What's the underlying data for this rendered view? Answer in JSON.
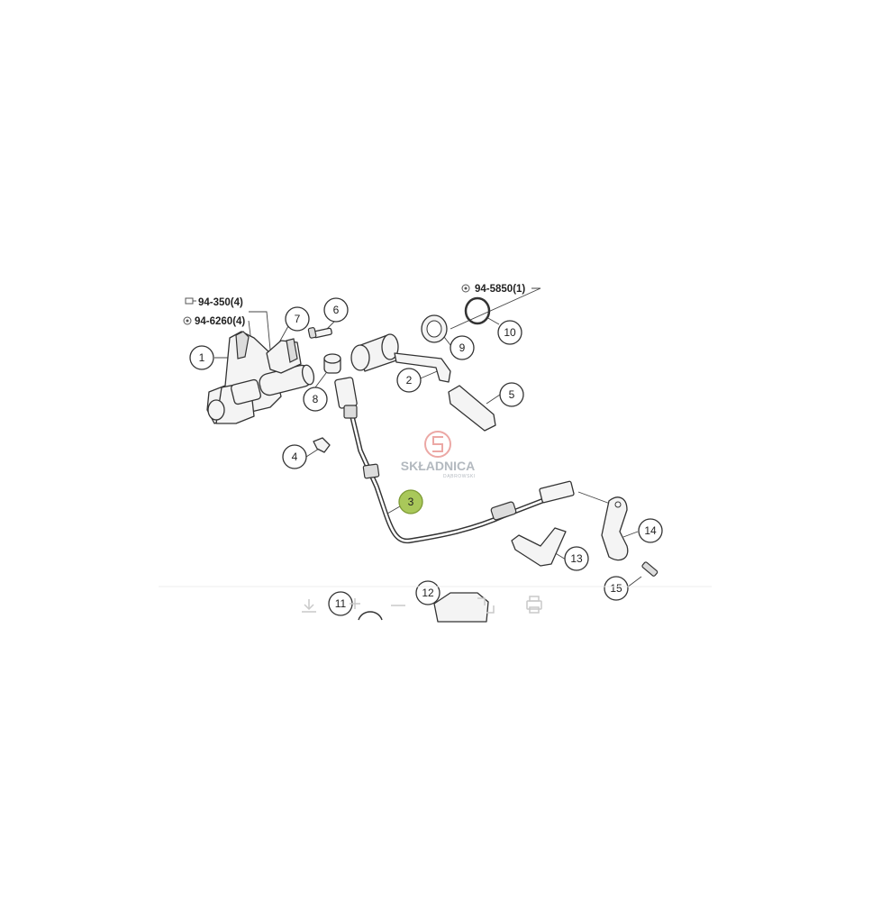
{
  "callouts": [
    {
      "id": "1",
      "label": "1",
      "highlight": false
    },
    {
      "id": "2",
      "label": "2",
      "highlight": false
    },
    {
      "id": "3",
      "label": "3",
      "highlight": true
    },
    {
      "id": "4",
      "label": "4",
      "highlight": false
    },
    {
      "id": "5",
      "label": "5",
      "highlight": false
    },
    {
      "id": "6",
      "label": "6",
      "highlight": false
    },
    {
      "id": "7",
      "label": "7",
      "highlight": false
    },
    {
      "id": "8",
      "label": "8",
      "highlight": false
    },
    {
      "id": "9",
      "label": "9",
      "highlight": false
    },
    {
      "id": "10",
      "label": "10",
      "highlight": false
    },
    {
      "id": "11",
      "label": "11",
      "highlight": false
    },
    {
      "id": "12",
      "label": "12",
      "highlight": false
    },
    {
      "id": "13",
      "label": "13",
      "highlight": false
    },
    {
      "id": "14",
      "label": "14",
      "highlight": false
    },
    {
      "id": "15",
      "label": "15",
      "highlight": false
    }
  ],
  "part_refs": {
    "bolt_set": "94-350(4)",
    "washer_set": "94-6260(4)",
    "ring_set": "94-5850(1)"
  },
  "watermark": {
    "brand": "SKŁADNICA",
    "sub": "DĄBROWSKI"
  },
  "icons": [
    "download-icon",
    "zoom-in-icon",
    "zoom-out-icon",
    "fullscreen-icon",
    "print-icon"
  ],
  "colors": {
    "highlight": "#a9c85a",
    "line": "#333333",
    "watermark_red": "#d9534f",
    "watermark_gray": "#a6adb5"
  }
}
